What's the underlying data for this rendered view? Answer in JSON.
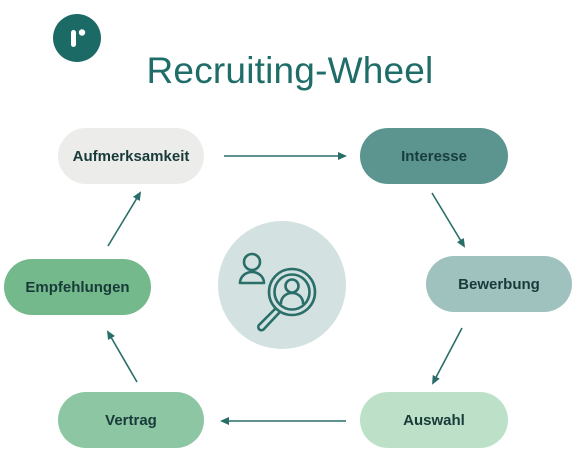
{
  "title": "Recruiting-Wheel",
  "logo_icon": "r-logo-icon",
  "center_icon": "recruiting-search-icon",
  "steps": [
    {
      "label": "Aufmerksamkeit",
      "color": "#ececea",
      "text_color": "#183b3a"
    },
    {
      "label": "Interesse",
      "color": "#5c9490",
      "text_color": "#173e3c"
    },
    {
      "label": "Bewerbung",
      "color": "#9fc2bf",
      "text_color": "#183b3a"
    },
    {
      "label": "Auswahl",
      "color": "#bde0c8",
      "text_color": "#183b3a"
    },
    {
      "label": "Vertrag",
      "color": "#8cc6a2",
      "text_color": "#183b3a"
    },
    {
      "label": "Empfehlungen",
      "color": "#74b98b",
      "text_color": "#183b3a"
    }
  ],
  "colors": {
    "brand": "#1c6a66",
    "arrow": "#2a6e69",
    "center_circle": "#d3e2e1"
  }
}
